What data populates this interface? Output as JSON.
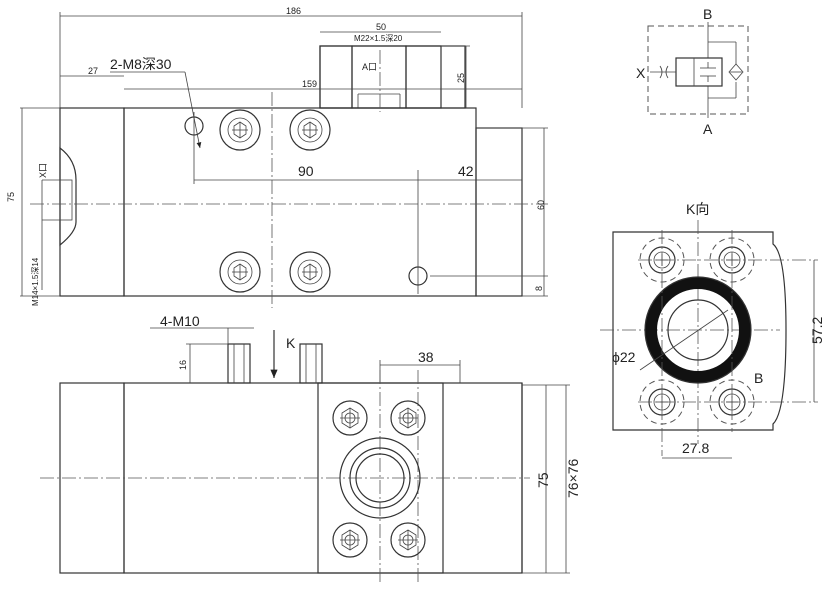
{
  "top_view": {
    "dim_186": "186",
    "dim_50": "50",
    "port_thread": "M22×1.5深20",
    "port_a_label": "A口",
    "dim_25": "25",
    "dim_27": "27",
    "holes_note": "2-M8深30",
    "dim_159": "159",
    "dim_90": "90",
    "dim_42": "42",
    "dim_75": "75",
    "dim_60": "60",
    "dim_8": "8",
    "port_x_label": "X口",
    "x_thread": "M14×1.5深14"
  },
  "front_view": {
    "bolts_note": "4-M10",
    "dim_16": "16",
    "view_k": "K",
    "dim_38": "38",
    "dim_75": "75",
    "dim_76": "76×76"
  },
  "symbol": {
    "label_b": "B",
    "label_x": "X",
    "label_a": "A"
  },
  "k_view": {
    "title": "K向",
    "dim_572": "57.2",
    "dim_phi22": "ϕ22",
    "label_b": "B",
    "dim_278": "27.8"
  }
}
